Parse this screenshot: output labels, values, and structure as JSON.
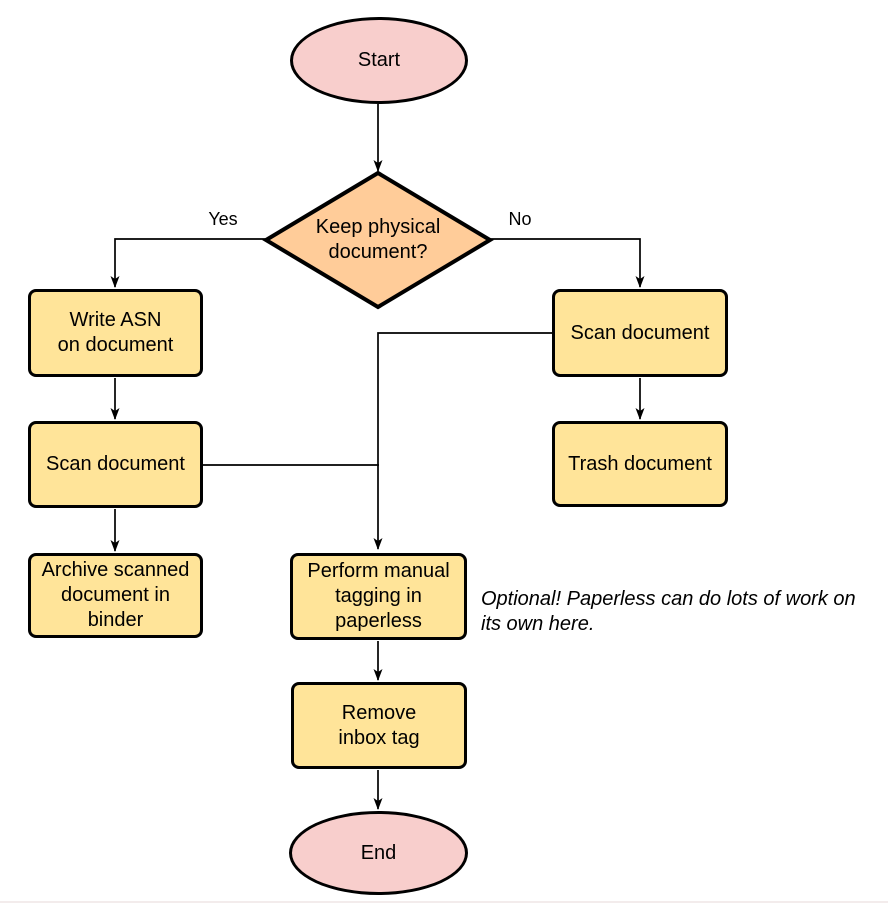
{
  "flowchart": {
    "nodes": {
      "start": "Start",
      "decision": "Keep physical\ndocument?",
      "write_asn": "Write ASN\non document",
      "scan_left": "Scan document",
      "archive": "Archive scanned\ndocument in\nbinder",
      "scan_right": "Scan document",
      "trash": "Trash document",
      "tagging": "Perform manual\ntagging in\npaperless",
      "remove_inbox": "Remove\ninbox tag",
      "end": "End"
    },
    "edge_labels": {
      "yes": "Yes",
      "no": "No"
    },
    "note": "Optional! Paperless can do lots of work on\nits own here.",
    "colors": {
      "terminator_fill": "#F8CECC",
      "decision_fill": "#FFCC99",
      "process_fill": "#FFE499",
      "stroke": "#000000",
      "background": "#FFFFFF"
    }
  }
}
